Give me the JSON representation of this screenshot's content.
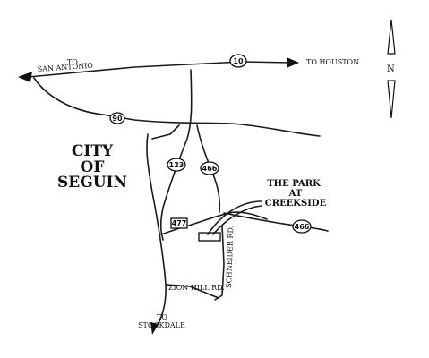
{
  "map": {
    "destinations": {
      "san_antonio": {
        "line1": "TO",
        "line2": "SAN ANTONIO"
      },
      "houston": "TO HOUSTON",
      "stockdale": {
        "line1": "TO",
        "line2": "STOCKDALE"
      }
    },
    "city": {
      "line1": "CITY",
      "line2": "OF",
      "line3": "SEGUIN"
    },
    "park": {
      "line1": "THE PARK",
      "line2": "AT",
      "line3": "CREEKSIDE"
    },
    "roads": {
      "schneider": "SCHNEIDER RD.",
      "zion_hill": "ZION HILL RD."
    },
    "shields": {
      "interstate": "10",
      "us_90": "90",
      "sh_123": "123",
      "fm_466_north": "466",
      "fm_466_east": "466",
      "fm_477": "477"
    },
    "north_arrow": "N",
    "colors": {
      "ink": "#1a1a1a",
      "background": "#ffffff"
    }
  }
}
